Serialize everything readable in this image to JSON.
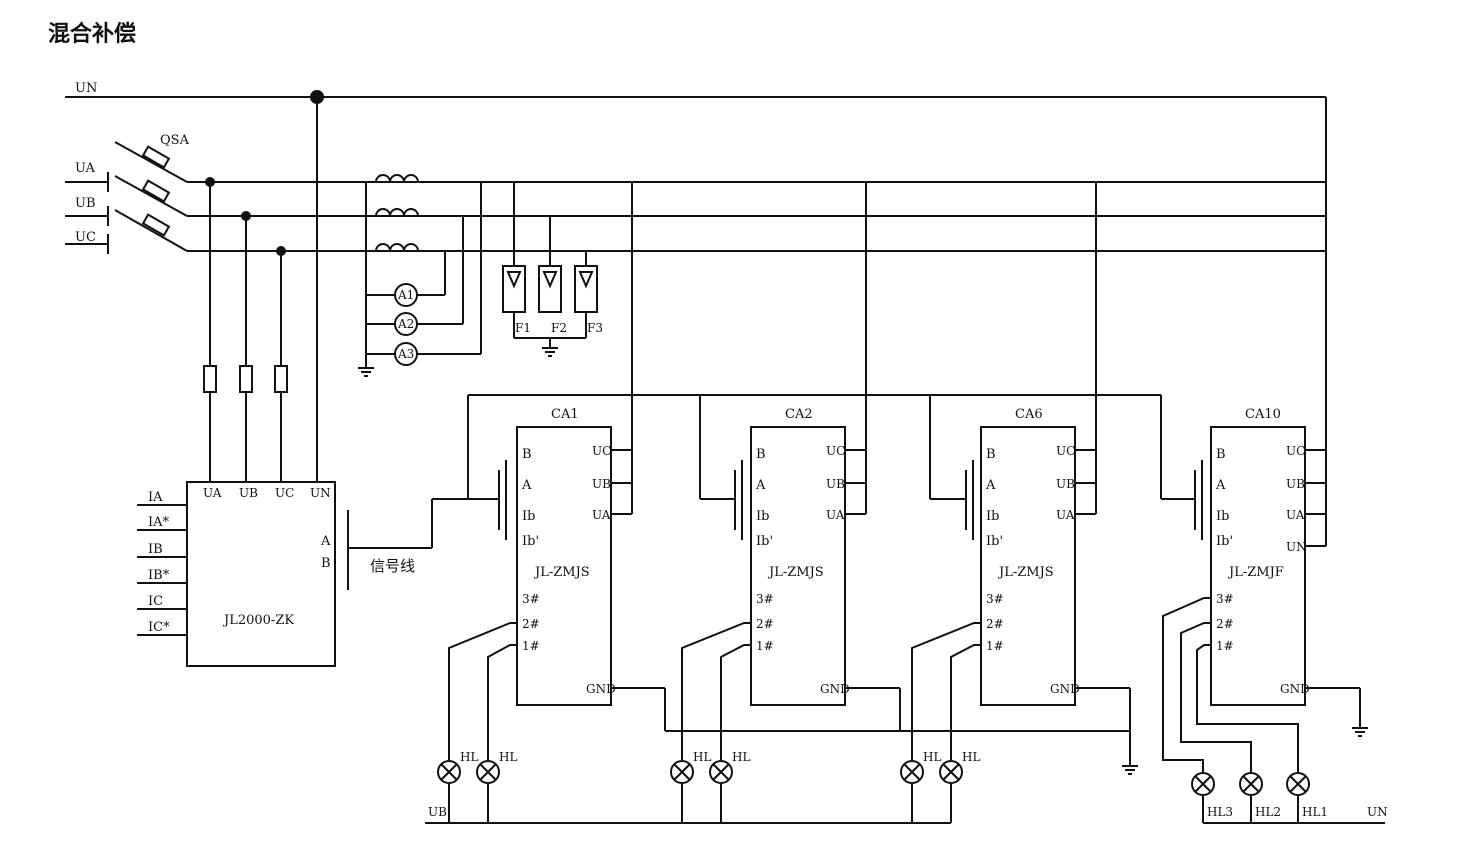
{
  "title": "混合补偿",
  "bus": {
    "neutral": "UN",
    "phase_a": "UA",
    "phase_b": "UB",
    "phase_c": "UC",
    "switch": "QSA"
  },
  "ammeters": [
    "A1",
    "A2",
    "A3"
  ],
  "arresters": [
    "F1",
    "F2",
    "F3"
  ],
  "controller": {
    "model": "JL2000-ZK",
    "current_inputs": [
      "IA",
      "IA*",
      "IB",
      "IB*",
      "IC",
      "IC*"
    ],
    "voltage_inputs": [
      "UA",
      "UB",
      "UC",
      "UN"
    ],
    "comm_a": "A",
    "comm_b": "B",
    "signal_line": "信号线"
  },
  "capacitor_units": [
    {
      "name": "CA1",
      "model": "JL-ZMJS",
      "inputs": [
        "B",
        "A",
        "Ib",
        "Ib'"
      ],
      "voltages": [
        "UC",
        "UB",
        "UA"
      ],
      "outputs": [
        "3#",
        "2#",
        "1#"
      ],
      "gnd": "GND",
      "lamps": [
        "HL",
        "HL"
      ]
    },
    {
      "name": "CA2",
      "model": "JL-ZMJS",
      "inputs": [
        "B",
        "A",
        "Ib",
        "Ib'"
      ],
      "voltages": [
        "UC",
        "UB",
        "UA"
      ],
      "outputs": [
        "3#",
        "2#",
        "1#"
      ],
      "gnd": "GND",
      "lamps": [
        "HL",
        "HL"
      ]
    },
    {
      "name": "CA6",
      "model": "JL-ZMJS",
      "inputs": [
        "B",
        "A",
        "Ib",
        "Ib'"
      ],
      "voltages": [
        "UC",
        "UB",
        "UA"
      ],
      "outputs": [
        "3#",
        "2#",
        "1#"
      ],
      "gnd": "GND",
      "lamps": [
        "HL",
        "HL"
      ]
    },
    {
      "name": "CA10",
      "model": "JL-ZMJF",
      "inputs": [
        "B",
        "A",
        "Ib",
        "Ib'"
      ],
      "voltages": [
        "UC",
        "UB",
        "UA",
        "UN"
      ],
      "outputs": [
        "3#",
        "2#",
        "1#"
      ],
      "gnd": "GND",
      "lamps": [
        "HL3",
        "HL2",
        "HL1"
      ]
    }
  ],
  "lamp_bus_left": "UB",
  "lamp_bus_right": "UN"
}
